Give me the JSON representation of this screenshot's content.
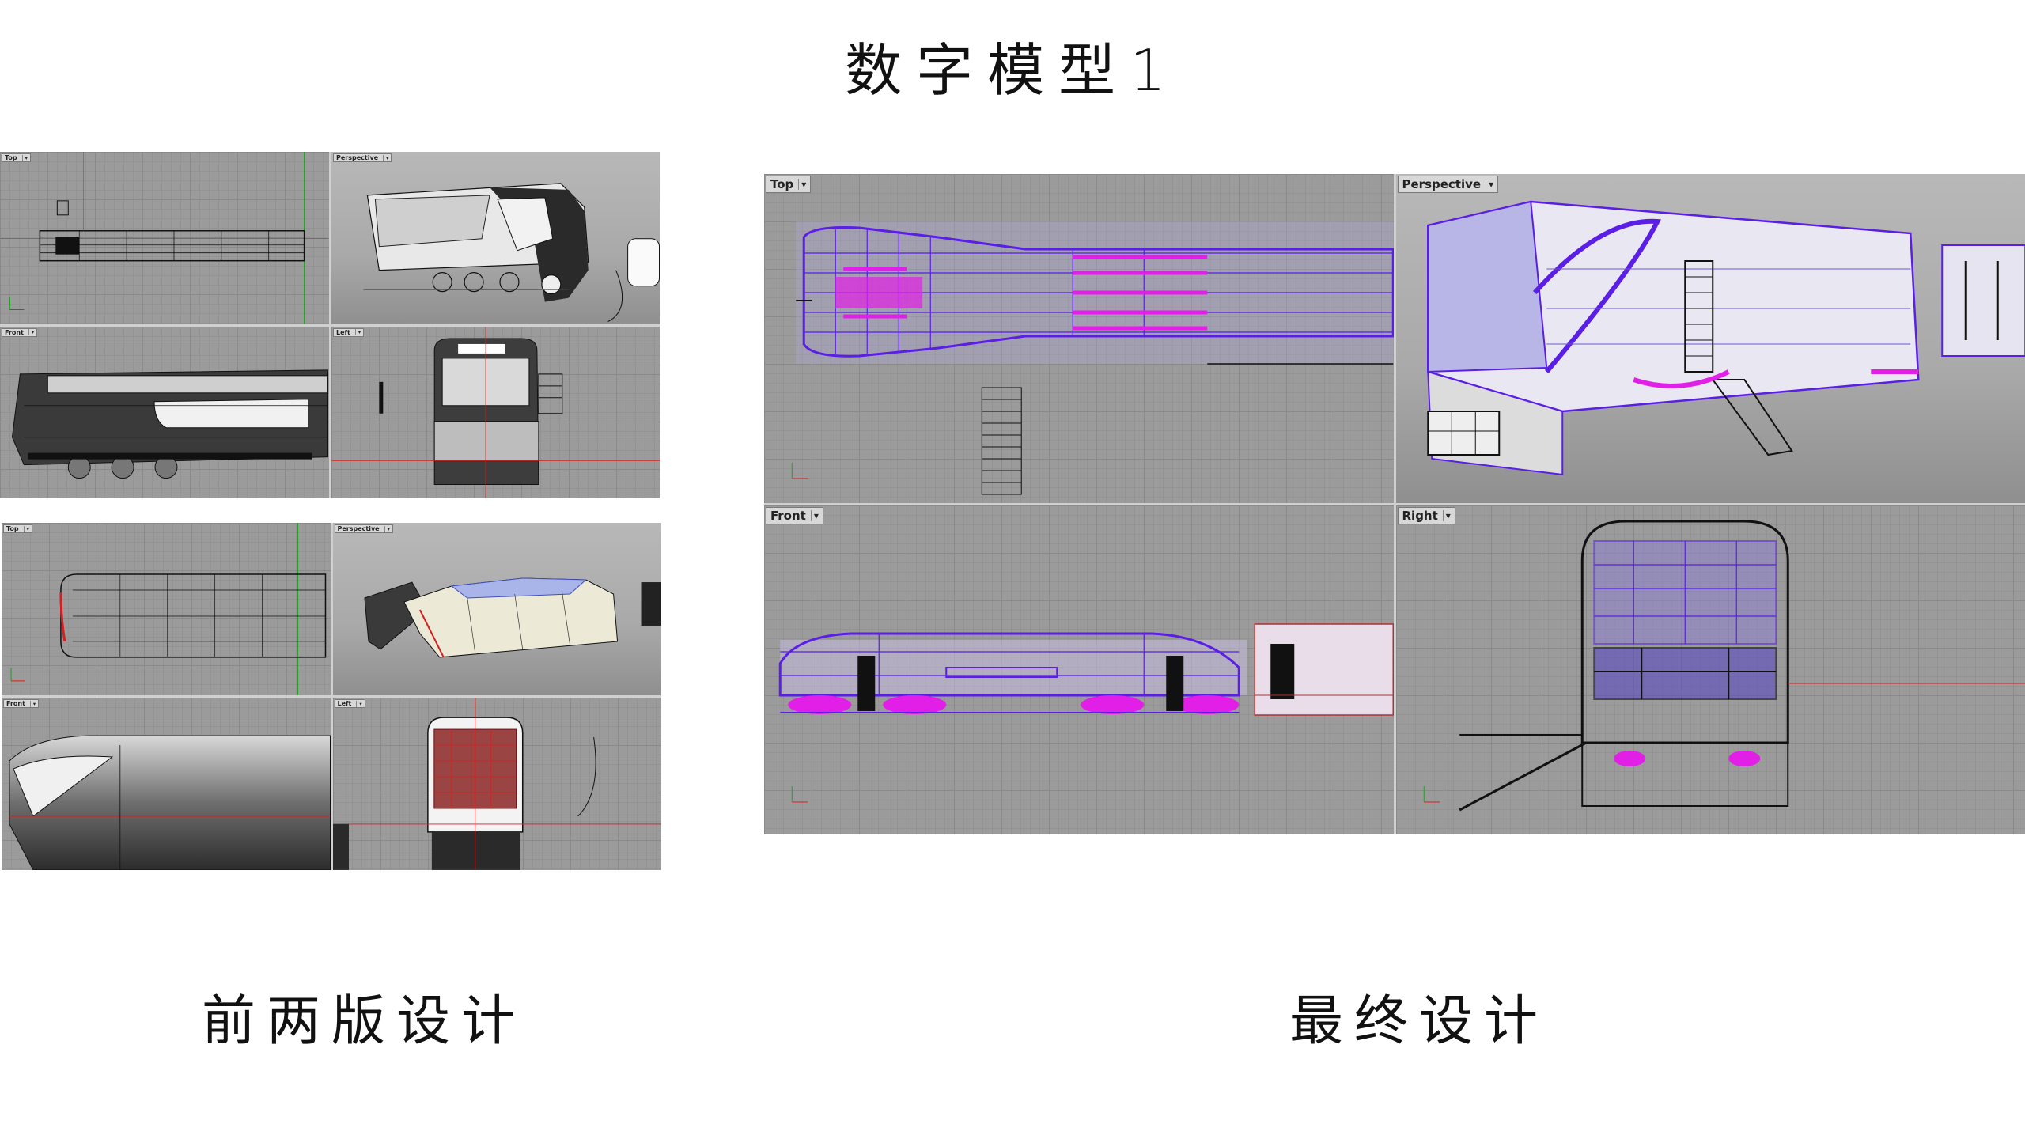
{
  "page": {
    "title": "数字模型1",
    "caption_left": "前两版设计",
    "caption_right": "最终设计"
  },
  "colors": {
    "background": "#ffffff",
    "viewport_grid": "#9b9b9b",
    "wire_purple": "#5a1ee6",
    "wire_magenta": "#e21fe6",
    "wire_black": "#111111",
    "axis_red": "#d42020",
    "axis_green": "#22a022"
  },
  "early_v1": {
    "viewports": [
      {
        "label": "Top"
      },
      {
        "label": "Perspective"
      },
      {
        "label": "Front"
      },
      {
        "label": "Left"
      }
    ]
  },
  "early_v2": {
    "viewports": [
      {
        "label": "Top"
      },
      {
        "label": "Perspective"
      },
      {
        "label": "Front"
      },
      {
        "label": "Left"
      }
    ]
  },
  "final": {
    "viewports": [
      {
        "label": "Top"
      },
      {
        "label": "Perspective"
      },
      {
        "label": "Front"
      },
      {
        "label": "Right"
      }
    ]
  }
}
